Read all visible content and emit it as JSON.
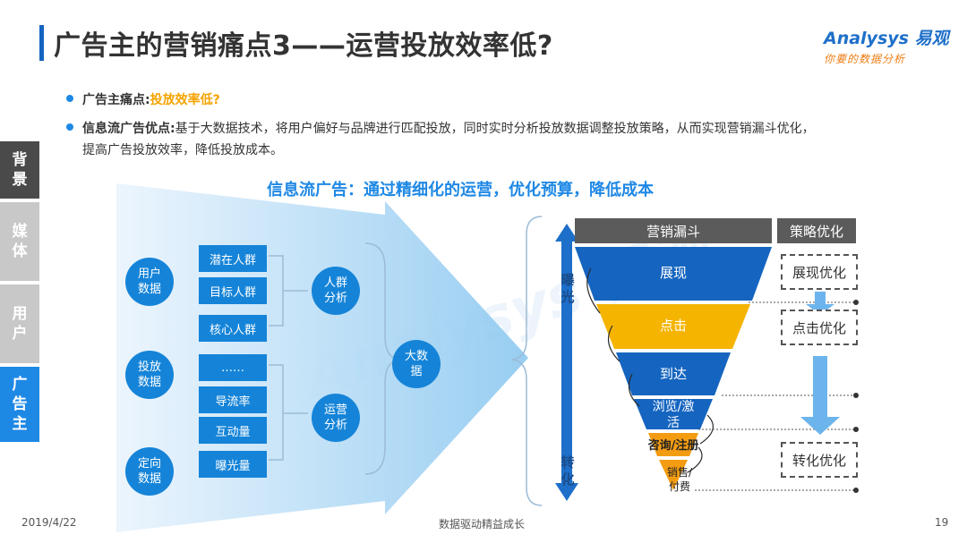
{
  "header": {
    "title": "广告主的营销痛点3——运营投放效率低?",
    "logo_text": "Analysys 易观",
    "logo_slogan": "你要的数据分析"
  },
  "bullets": [
    {
      "label": "广告主痛点:",
      "text": "投放效率低?"
    },
    {
      "label": "信息流广告优点:",
      "text": "基于大数据技术，将用户偏好与品牌进行匹配投放，同时实时分析投放数据调整投放策略，从而实现营销漏斗优化，",
      "text2": "提高广告投放效率，降低投放成本。"
    }
  ],
  "sidebar": {
    "items": [
      {
        "label": "背景",
        "color": "#4a4a4a"
      },
      {
        "label": "媒体",
        "color": "#c8c8c8"
      },
      {
        "label": "用户",
        "color": "#c8c8c8"
      },
      {
        "label": "广告主",
        "color": "#1e88e5"
      }
    ]
  },
  "diagram": {
    "subtitle": "信息流广告：通过精细化的运营，优化预算，降低成本",
    "sources": [
      "用户数据",
      "投放数据",
      "定向数据"
    ],
    "user_groups": [
      "潜在人群",
      "目标人群",
      "核心人群"
    ],
    "ops_items": [
      "……",
      "导流率",
      "互动量",
      "曝光量"
    ],
    "analysis": [
      "人群分析",
      "运营分析"
    ],
    "big_data": "大数据"
  },
  "funnel": {
    "header": "营销漏斗",
    "strategy_header": "策略优化",
    "axis_top": "曝光",
    "axis_bottom": "转化",
    "stages": [
      "展现",
      "点击",
      "到达",
      "浏览/激活",
      "咨询/注册",
      "销售/付费"
    ],
    "strategies": [
      "展现优化",
      "点击优化",
      "转化优化"
    ],
    "colors": {
      "blue": "#1565c0",
      "yellow": "#f5b400",
      "orange": "#f39c12",
      "accent": "#1e88e5"
    }
  },
  "footer": {
    "date": "2019/4/22",
    "center": "数据驱动精益成长",
    "page": "19"
  },
  "watermark": "Analysys 易观"
}
